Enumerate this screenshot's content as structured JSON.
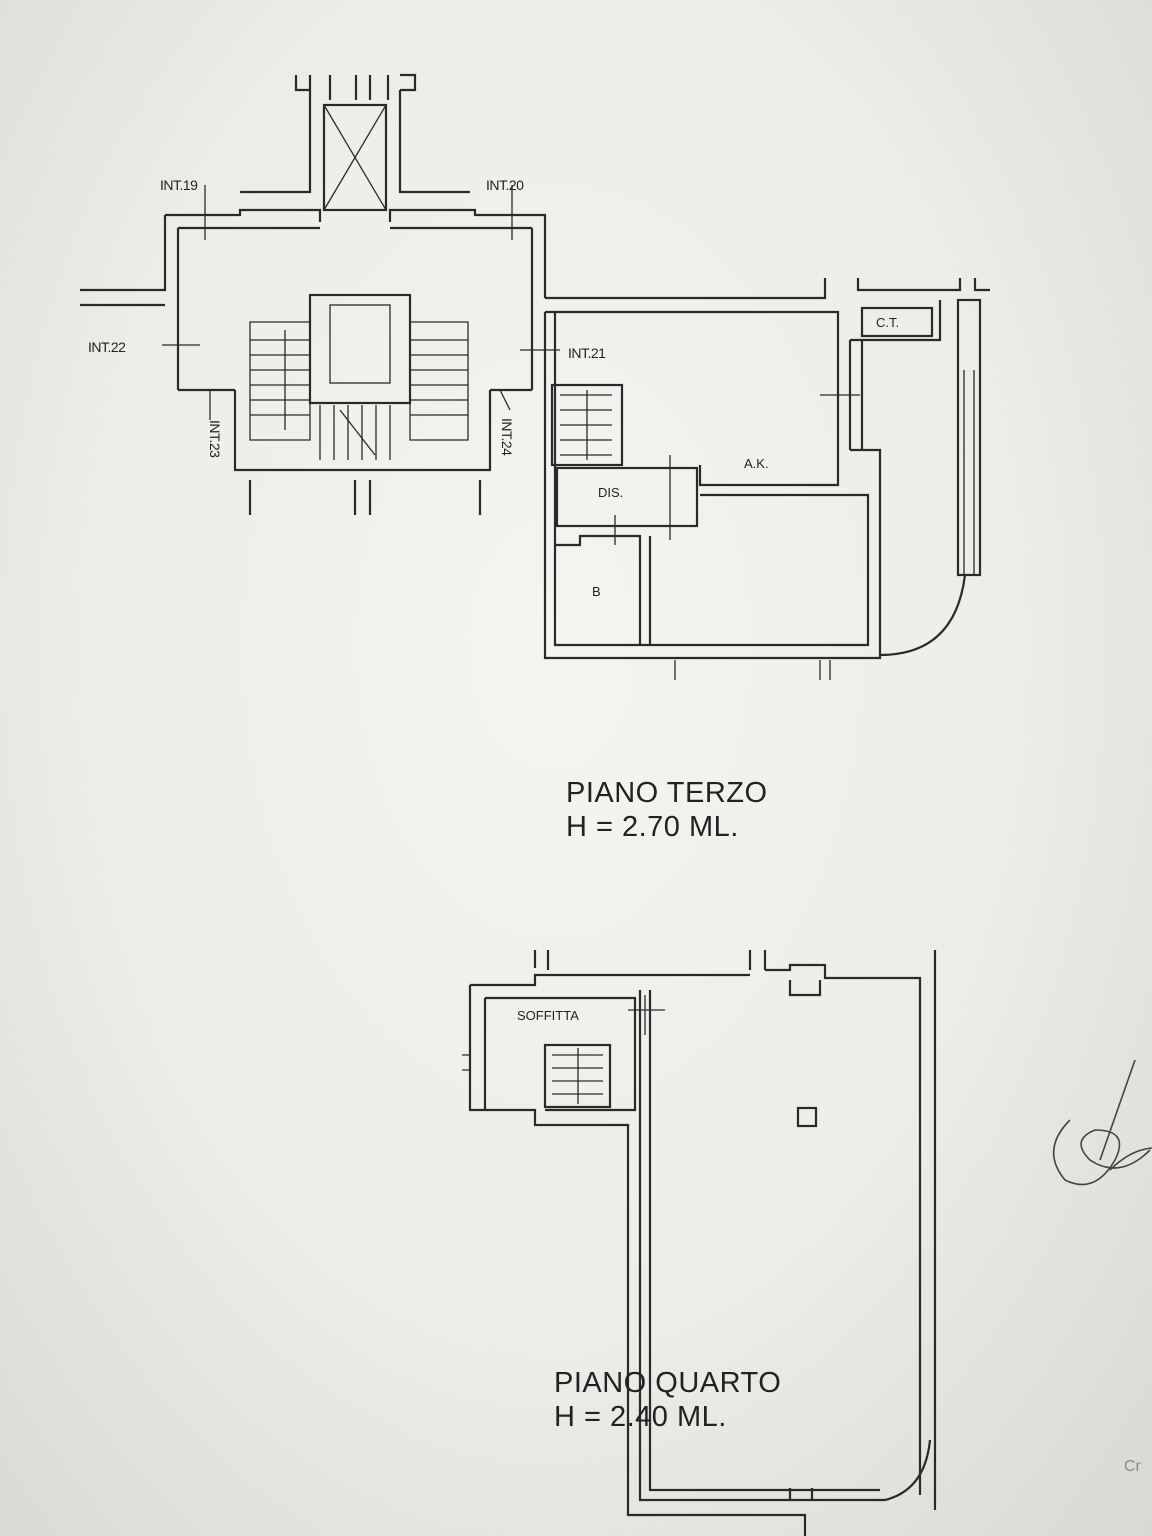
{
  "floor3": {
    "title": "PIANO TERZO",
    "height": "H = 2.70 ML.",
    "labels": {
      "int19": "INT.19",
      "int20": "INT.20",
      "int21": "INT.21",
      "int22": "INT.22",
      "int23": "INT.23",
      "int24": "INT.24",
      "ct": "C.T.",
      "ak": "A.K.",
      "dis": "DIS.",
      "b": "B"
    }
  },
  "floor4": {
    "title": "PIANO QUARTO",
    "height": "H = 2.40 ML.",
    "labels": {
      "soffitta": "SOFFITTA"
    }
  },
  "corner_text": "Cr"
}
